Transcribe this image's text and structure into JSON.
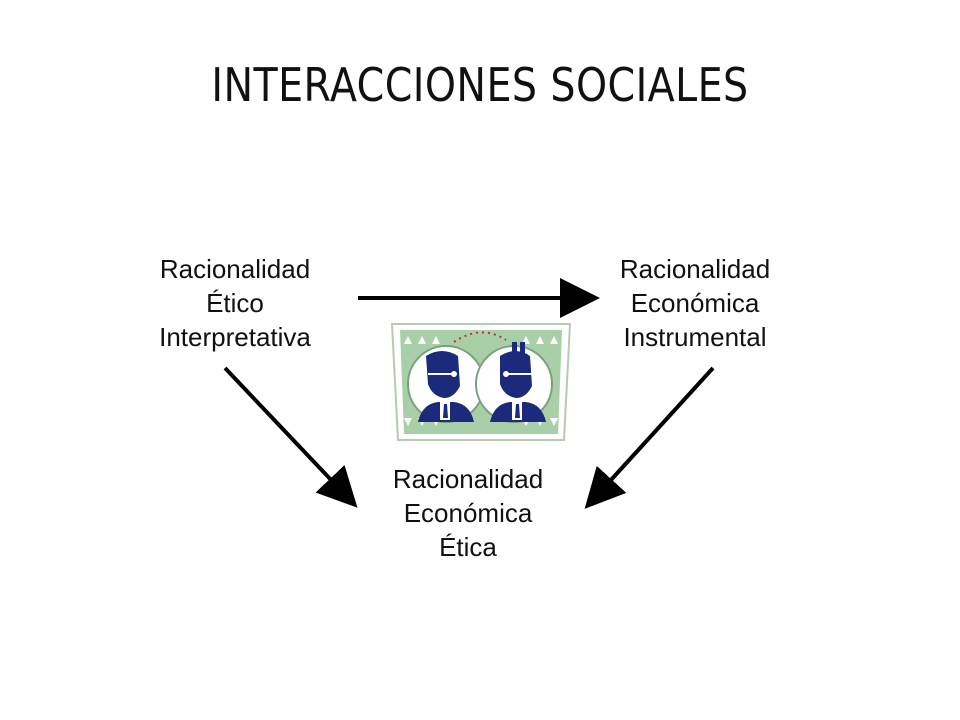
{
  "slide": {
    "title": "INTERACCIONES SOCIALES",
    "nodes": {
      "left": {
        "line1": "Racionalidad",
        "line2": "Ético",
        "line3": "Interpretativa"
      },
      "right": {
        "line1": "Racionalidad",
        "line2": "Económica",
        "line3": "Instrumental"
      },
      "bottom": {
        "line1": "Racionalidad",
        "line2": "Económica",
        "line3": "Ética"
      }
    },
    "clipart": {
      "icon": "two-businessmen-thinking-icon"
    },
    "colors": {
      "text": "#111111",
      "arrow": "#000000",
      "clipart_frame": "#9cc3a0",
      "clipart_figure": "#1b2a7a"
    }
  }
}
